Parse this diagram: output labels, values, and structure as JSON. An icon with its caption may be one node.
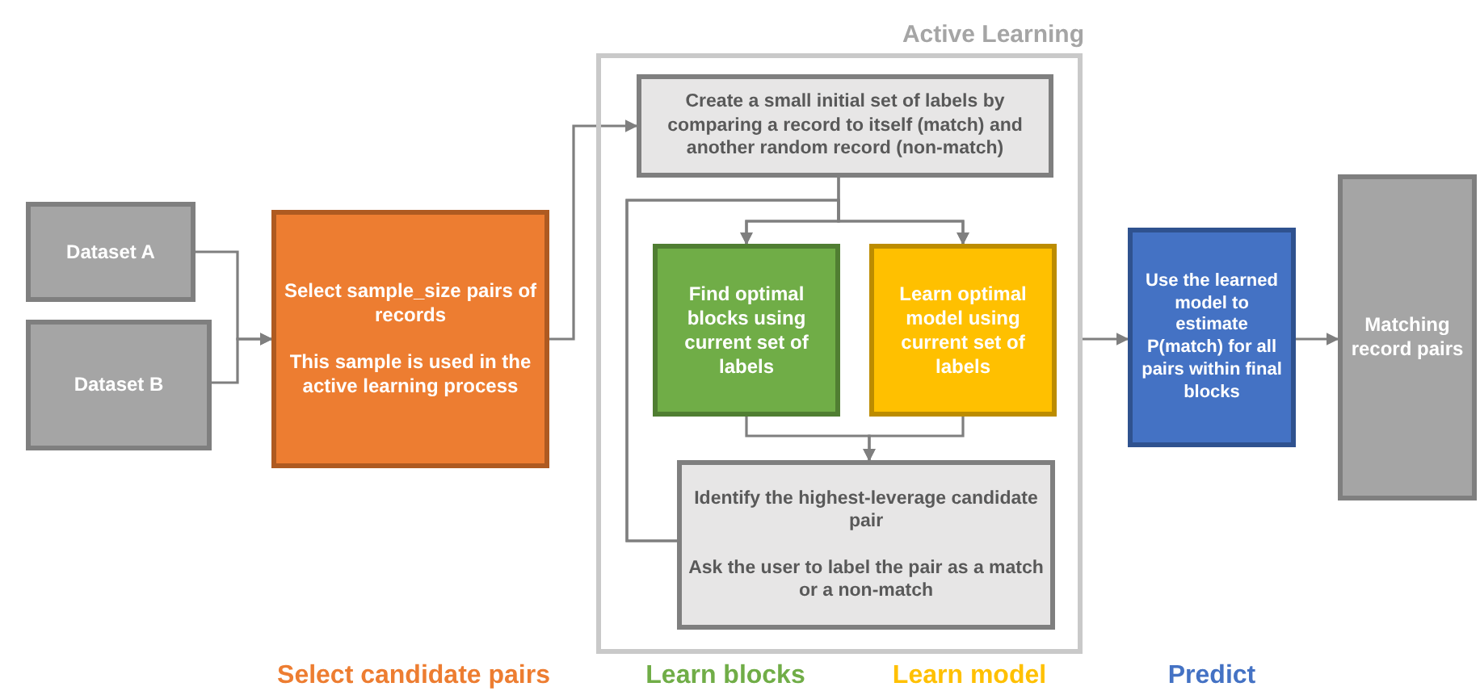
{
  "diagram": {
    "nodes": [
      {
        "text": [
          "Dataset A"
        ]
      },
      {
        "text": [
          "Dataset B"
        ]
      },
      {
        "text": [
          "Select sample_size pairs of records",
          "This sample is used in the active learning process"
        ]
      },
      {
        "text": [
          "Active Learning"
        ]
      },
      {
        "text": [
          "Create a small initial set of labels by comparing a record to itself (match) and another random record (non-match)"
        ],
        "in": 3
      },
      {
        "text": [
          "Find optimal blocks using current set of labels"
        ],
        "in": 3
      },
      {
        "text": [
          "Learn optimal model using current set of labels"
        ],
        "in": 3
      },
      {
        "text": [
          "Identify the highest-leverage candidate pair",
          "Ask the user to label the pair as a match or a non-match"
        ],
        "in": 3
      },
      {
        "text": [
          "Use the learned model to estimate P(match) for all pairs within final blocks"
        ]
      },
      {
        "text": [
          "Matching record pairs"
        ]
      }
    ],
    "edges": [
      {
        "from": 0,
        "to": 2,
        "arrow": "to"
      },
      {
        "from": 1,
        "to": 2,
        "arrow": "to"
      },
      {
        "from": 2,
        "to": 4,
        "arrow": "to"
      },
      {
        "from": 4,
        "to": 5,
        "arrow": "to"
      },
      {
        "from": 4,
        "to": 6,
        "arrow": "to"
      },
      {
        "from": 5,
        "to": 7,
        "arrow": "to"
      },
      {
        "from": 6,
        "to": 7,
        "arrow": "to"
      },
      {
        "from": 7,
        "to": 5,
        "arrow": "to"
      },
      {
        "from": 7,
        "to": 6,
        "arrow": "to"
      },
      {
        "from": 3,
        "to": 8,
        "arrow": "to"
      },
      {
        "from": 8,
        "to": 9,
        "arrow": "to"
      }
    ],
    "labels": [
      "Select candidate pairs",
      "Learn blocks",
      "Learn model",
      "Predict"
    ]
  }
}
